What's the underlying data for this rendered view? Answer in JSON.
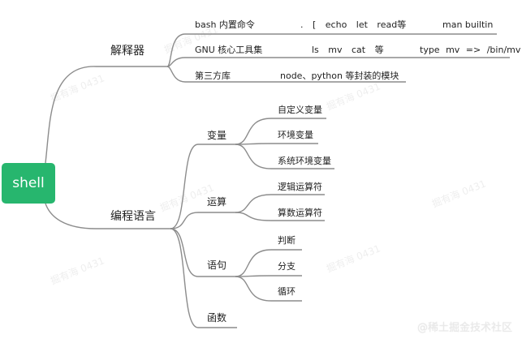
{
  "root": "shell",
  "branch_interpreter": {
    "title": "解释器",
    "items": [
      {
        "name": "bash 内置命令",
        "detail": ". [ echo let read等",
        "extra": "man builtin"
      },
      {
        "name": "GNU 核心工具集",
        "detail": "ls mv cat 等",
        "extra": "type mv => /bin/mv"
      },
      {
        "name": "第三方库",
        "detail": "node、python 等封装的模块"
      }
    ]
  },
  "branch_programming": {
    "title": "编程语言",
    "variables": {
      "title": "变量",
      "items": [
        "自定义变量",
        "环境变量",
        "系统环境变量"
      ]
    },
    "operations": {
      "title": "运算",
      "items": [
        "逻辑运算符",
        "算数运算符"
      ]
    },
    "statements": {
      "title": "语句",
      "items": [
        "判断",
        "分支",
        "循环"
      ]
    },
    "functions": {
      "title": "函数"
    }
  },
  "watermark": "掘有海 0431",
  "footer": "@稀土掘金技术社区",
  "colors": {
    "root_bg": "#27b66e",
    "line": "#8c8c8c"
  }
}
